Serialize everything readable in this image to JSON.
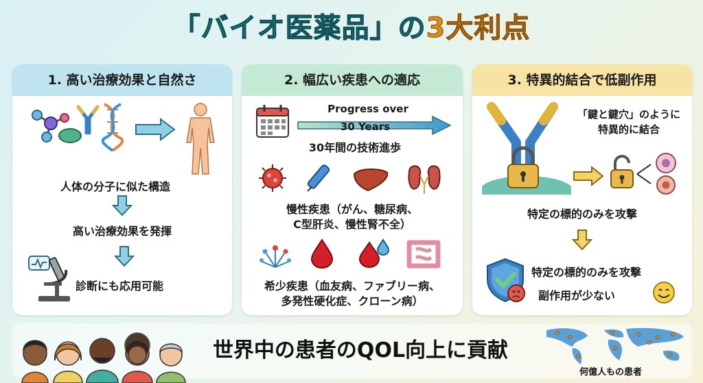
{
  "title": {
    "part1": "「バイオ医薬品」の",
    "part2": "3大利点"
  },
  "panel1": {
    "header": "1. 高い治療効果と自然さ",
    "text1": "人体の分子に似た構造",
    "text2": "高い治療効果を発揮",
    "text3": "診断にも応用可能"
  },
  "panel2": {
    "header": "2. 幅広い疾患への適応",
    "progress_line1": "Progress over",
    "progress_line2": "30 Years",
    "progress_caption": "30年間の技術進歩",
    "chronic_line1": "慢性疾患（がん、糖尿病、",
    "chronic_line2": "C型肝炎、慢性腎不全）",
    "rare_line1": "希少疾患（血友病、ファブリー病、",
    "rare_line2": "多発性硬化症、クローン病）"
  },
  "panel3": {
    "header": "3. 特異的結合で低副作用",
    "lock_line1": "「鍵と鍵穴」のように",
    "lock_line2": "特異的に結合",
    "attack": "特定の標的のみを攻撃",
    "attack2": "特定の標的のみを攻撃",
    "side_effect": "副作用が少ない"
  },
  "bottom": {
    "slogan": "世界中の患者のQOL向上に貢献",
    "map_caption": "何億人もの患者"
  },
  "colors": {
    "teal": "#1f7d86",
    "orange": "#e08a1c",
    "panel1_header": "#bfe3ef",
    "panel2_header": "#c4ead6",
    "panel3_header": "#f7e3a3",
    "arrow_blue": "#8fd0e8",
    "arrow_yellow": "#f5d36b"
  }
}
